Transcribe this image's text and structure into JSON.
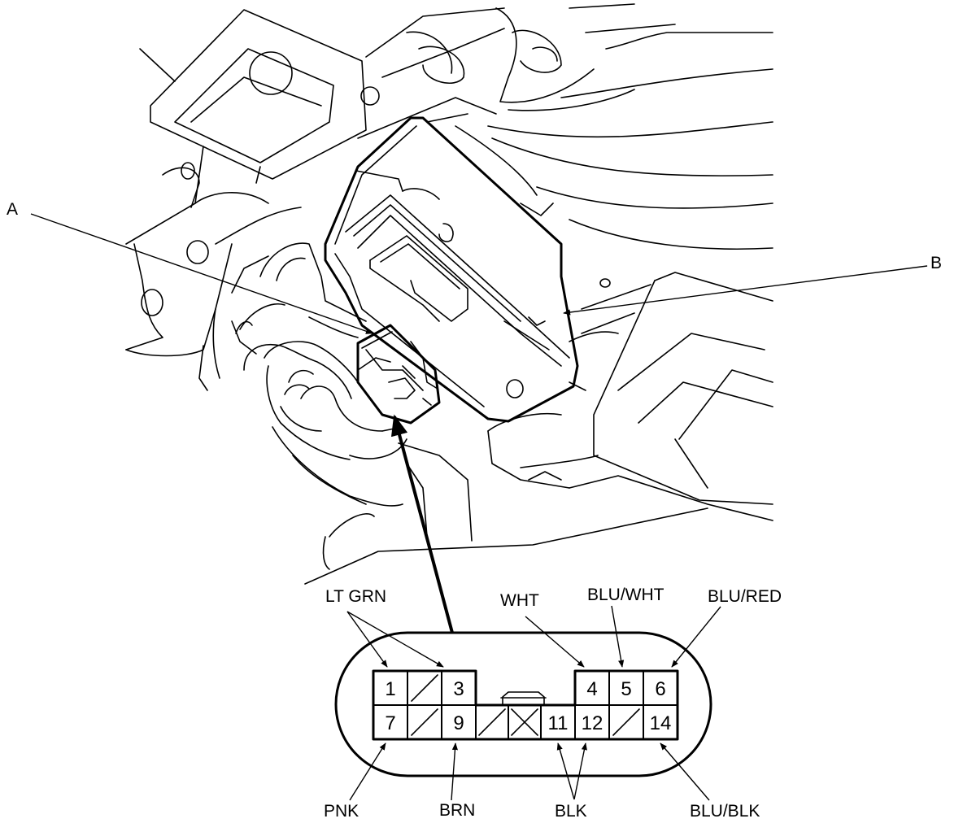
{
  "callouts": {
    "a": "A",
    "b": "B"
  },
  "pins": {
    "p1": "1",
    "p3": "3",
    "p4": "4",
    "p5": "5",
    "p6": "6",
    "p7": "7",
    "p9": "9",
    "p11": "11",
    "p12": "12",
    "p14": "14"
  },
  "wires": {
    "lt_grn": "LT GRN",
    "wht": "WHT",
    "blu_wht": "BLU/WHT",
    "blu_red": "BLU/RED",
    "pnk": "PNK",
    "brn": "BRN",
    "blk": "BLK",
    "blu_blk": "BLU/BLK"
  }
}
